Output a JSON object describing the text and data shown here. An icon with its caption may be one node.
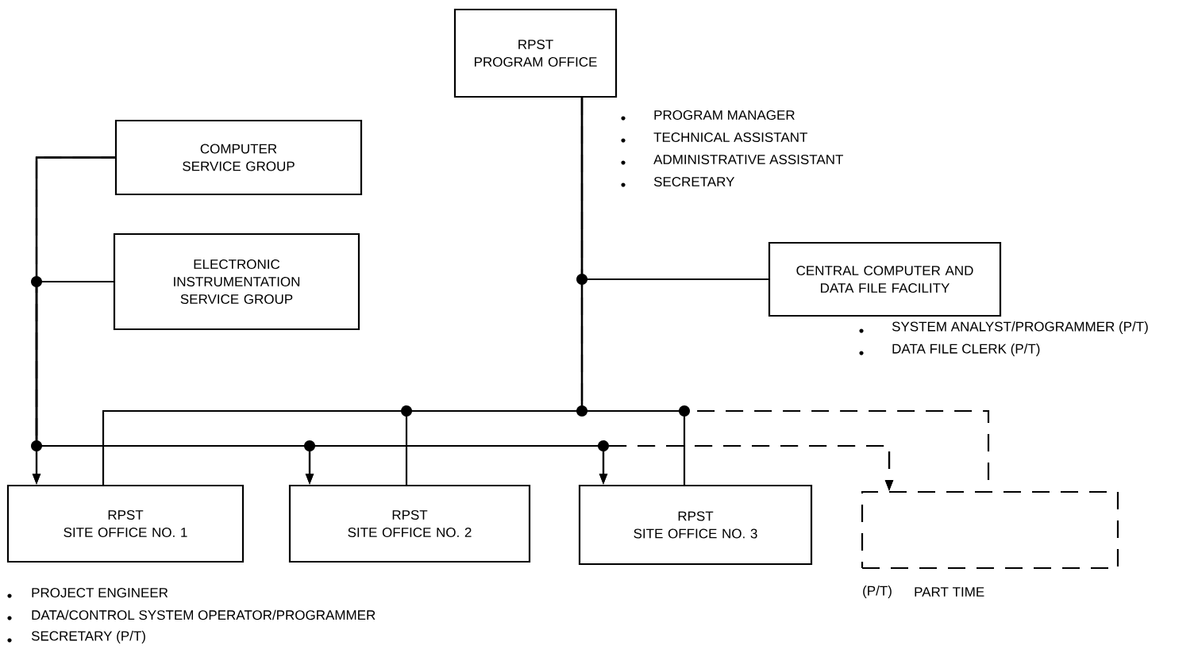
{
  "diagram": {
    "nodes": [
      {
        "text": [
          "RPST PROGRAM OFFICE"
        ],
        "beside": [
          "PROGRAM MANAGER",
          "TECHNICAL ASSISTANT",
          "ADMINISTRATIVE ASSISTANT",
          "SECRETARY"
        ]
      },
      {
        "text": [
          "COMPUTER SERVICE GROUP"
        ]
      },
      {
        "text": [
          "ELECTRONIC INSTRUMENTATION SERVICE GROUP"
        ]
      },
      {
        "text": [
          "CENTRAL COMPUTER AND DATA FILE FACILITY"
        ],
        "beside": [
          "SYSTEM ANALYST/PROGRAMMER (P/T)",
          "DATA FILE CLERK (P/T)"
        ]
      },
      {
        "text": [
          "RPST SITE OFFICE NO. 1"
        ],
        "beside": [
          "PROJECT ENGINEER",
          "DATA/CONTROL SYSTEM OPERATOR/PROGRAMMER",
          "SECRETARY (P/T)"
        ]
      },
      {
        "text": [
          "RPST SITE OFFICE NO. 2"
        ]
      },
      {
        "text": [
          "RPST SITE OFFICE NO. 3"
        ]
      },
      {
        "text": [],
        "shape": "box"
      }
    ],
    "edges": [
      {
        "from": 0,
        "to": 3,
        "arrow": "none"
      },
      {
        "from": 0,
        "to": 4,
        "arrow": "none"
      },
      {
        "from": 0,
        "to": 5,
        "arrow": "none"
      },
      {
        "from": 0,
        "to": 6,
        "arrow": "none"
      },
      {
        "from": 0,
        "to": 7,
        "arrow": "none",
        "style": "dashed"
      },
      {
        "from": 1,
        "to": 4,
        "arrow": "to"
      },
      {
        "from": 1,
        "to": 5,
        "arrow": "to"
      },
      {
        "from": 1,
        "to": 6,
        "arrow": "to"
      },
      {
        "from": 1,
        "to": 7,
        "arrow": "to",
        "style": "dashed"
      },
      {
        "from": 2,
        "to": 4,
        "arrow": "to"
      },
      {
        "from": 2,
        "to": 5,
        "arrow": "to"
      },
      {
        "from": 2,
        "to": 6,
        "arrow": "to"
      },
      {
        "from": 2,
        "to": 7,
        "arrow": "to",
        "style": "dashed"
      }
    ],
    "labels": [
      "(P/T)",
      "PART TIME"
    ]
  }
}
